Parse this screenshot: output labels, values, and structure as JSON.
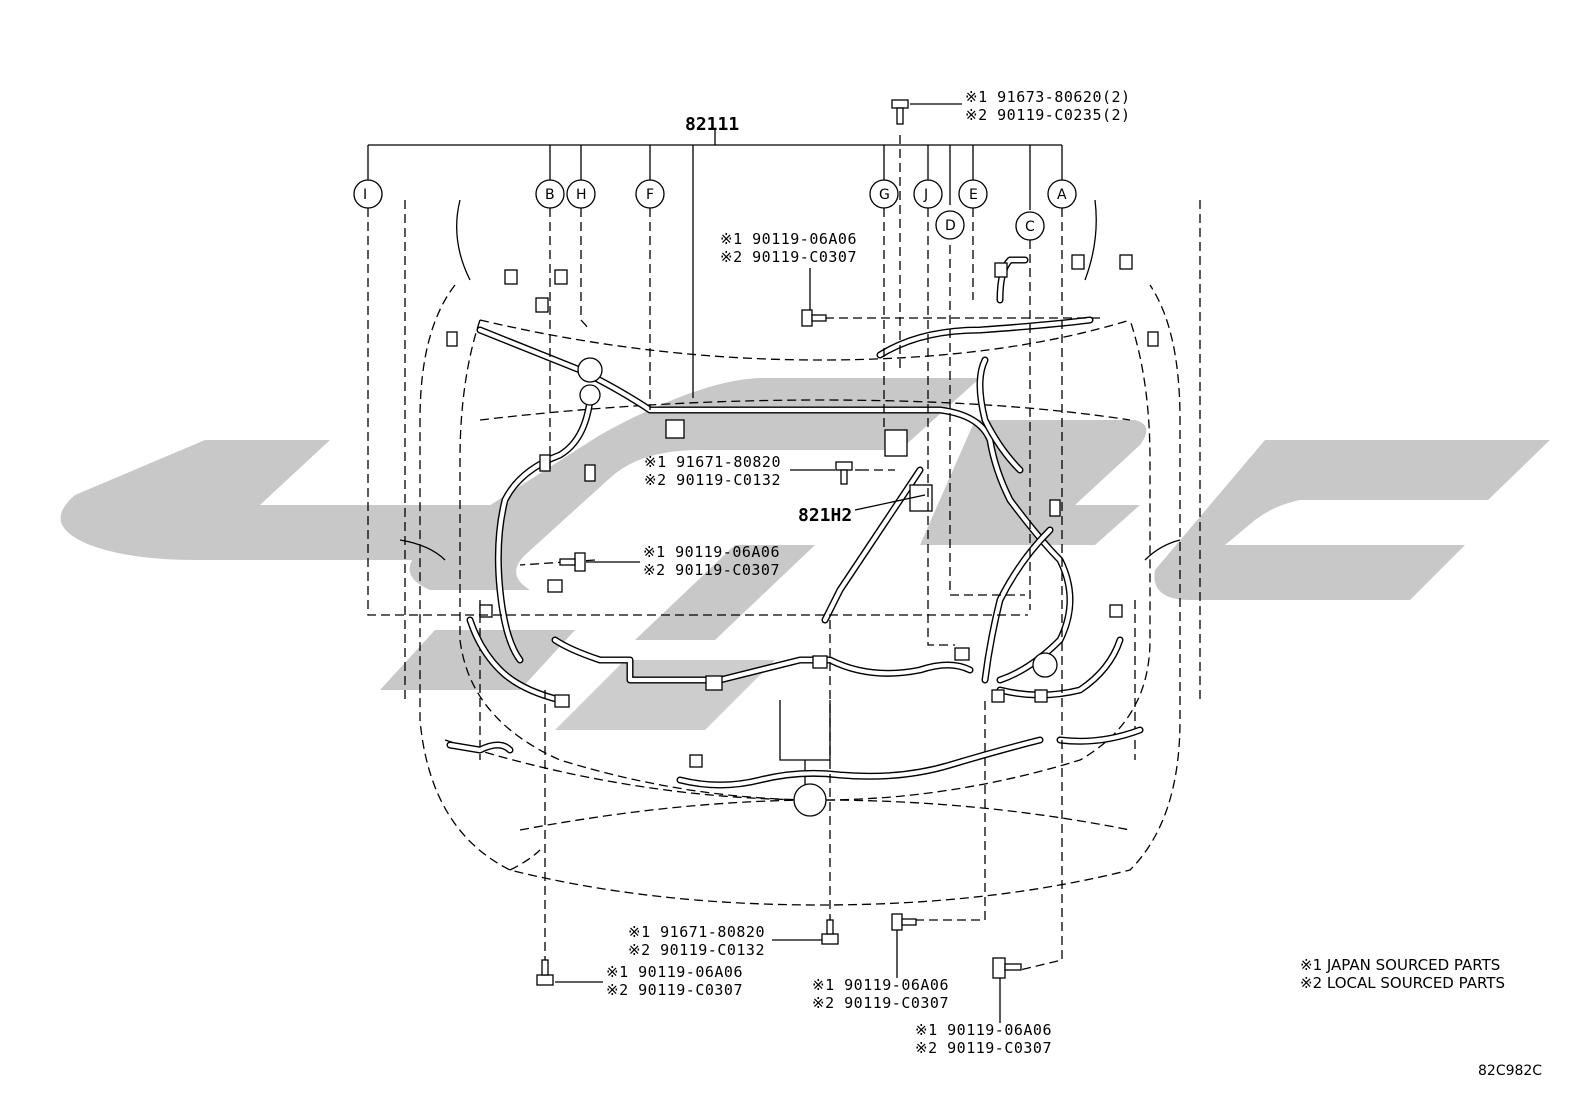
{
  "main_part": "82111",
  "sub_part": "821H2",
  "callouts": [
    {
      "id": "I",
      "letter": "I"
    },
    {
      "id": "B",
      "letter": "B"
    },
    {
      "id": "H",
      "letter": "H"
    },
    {
      "id": "F",
      "letter": "F"
    },
    {
      "id": "G",
      "letter": "G"
    },
    {
      "id": "J",
      "letter": "J"
    },
    {
      "id": "D",
      "letter": "D"
    },
    {
      "id": "E",
      "letter": "E"
    },
    {
      "id": "C",
      "letter": "C"
    },
    {
      "id": "A",
      "letter": "A"
    }
  ],
  "fasteners": [
    {
      "id": "top",
      "line1": "※1 91673-80620(2)",
      "line2": "※2 90119-C0235(2)"
    },
    {
      "id": "upper",
      "line1": "※1 90119-06A06",
      "line2": "※2 90119-C0307"
    },
    {
      "id": "mid1",
      "line1": "※1 91671-80820",
      "line2": "※2 90119-C0132"
    },
    {
      "id": "mid2",
      "line1": "※1 90119-06A06",
      "line2": "※2 90119-C0307"
    },
    {
      "id": "bot1",
      "line1": "※1 91671-80820",
      "line2": "※2 90119-C0132"
    },
    {
      "id": "bot2",
      "line1": "※1 90119-06A06",
      "line2": "※2 90119-C0307"
    },
    {
      "id": "bot3",
      "line1": "※1 90119-06A06",
      "line2": "※2 90119-C0307"
    },
    {
      "id": "bot4",
      "line1": "※1 90119-06A06",
      "line2": "※2 90119-C0307"
    }
  ],
  "legend": {
    "line1": "※1 JAPAN SOURCED PARTS",
    "line2": "※2 LOCAL SOURCED PARTS"
  },
  "diagram_code": "82C982C",
  "colors": {
    "watermark": "#c8c8c8",
    "ink": "#000000",
    "background": "#ffffff"
  }
}
